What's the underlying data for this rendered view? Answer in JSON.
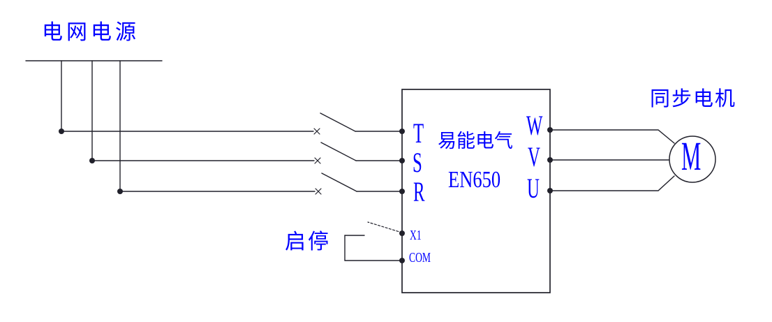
{
  "colors": {
    "background": "#FFFFFF",
    "line": "#21212B",
    "text": "#0000FF"
  },
  "power_source": {
    "label": "电网电源"
  },
  "control": {
    "label": "启停",
    "terminals": [
      "X1",
      "COM"
    ]
  },
  "inverter": {
    "brand": "易能电气",
    "model": "EN650",
    "input_terminals": [
      "T",
      "S",
      "R"
    ],
    "output_terminals": [
      "W",
      "V",
      "U"
    ]
  },
  "motor": {
    "name": "同步电机",
    "symbol": "M"
  }
}
